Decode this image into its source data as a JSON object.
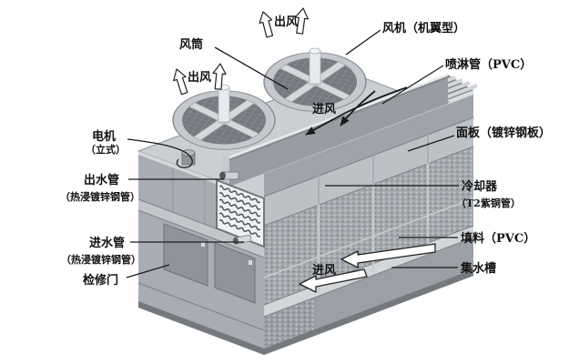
{
  "figure": {
    "kind": "labeled-technical-illustration",
    "labels": {
      "air_out_top": "出风",
      "fan_duct": "风筒",
      "air_out_left": "出风",
      "fan": "风机（机翼型）",
      "spray_pipe": "喷淋管（PVC）",
      "air_in_top": "进风",
      "motor": "电机",
      "motor_sub": "（立式）",
      "panel": "面板（镀锌钢板）",
      "outlet_pipe": "出水管",
      "outlet_pipe_sub": "（热浸镀锌钢管）",
      "cooler": "冷却器",
      "cooler_sub": "（T2紫铜管）",
      "inlet_pipe": "进水管",
      "inlet_pipe_sub": "（热浸镀锌钢管）",
      "fill_material": "填料（PVC）",
      "water_basin": "集水槽",
      "access_door": "检修门",
      "air_in_bottom": "进风"
    },
    "icons": {
      "air_out_arrows": "hollow-up-arrow",
      "air_in_top_arrows": "curved-black-arrow",
      "air_in_bottom_arrows": "hollow-left-arrow",
      "annotation": "leader-line"
    },
    "colors": {
      "background": "#fefefe",
      "annotation_line": "#1b1b1b",
      "label_text": "#111111",
      "body_light": "#b9bec3",
      "body_mid": "#a8adb3",
      "body_dark": "#8a8f94",
      "deck": "#cbcfd3",
      "mesh": "#a4a9ae",
      "highlight": "#e9ebed",
      "coil_background": "#eef0f2",
      "coil_tube": "#4e535a"
    }
  }
}
